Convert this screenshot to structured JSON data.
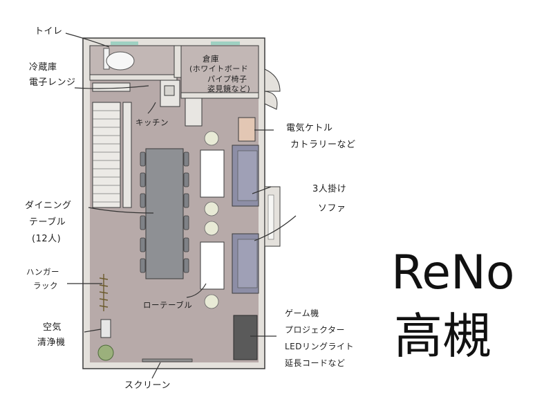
{
  "title": {
    "line1": "ReNo",
    "line2": "高槻"
  },
  "labels": {
    "toilet": "トイレ",
    "fridge_line1": "冷蔵庫",
    "fridge_line2": "電子レンジ",
    "kitchen": "キッチン",
    "storage_line1": "倉庫",
    "storage_line2": "(ホワイトボード",
    "storage_line3": "パイプ椅子",
    "storage_line4": "姿見鏡など)",
    "kettle_line1": "電気ケトル",
    "kettle_line2": "カトラリーなど",
    "dining_line1": "ダイニング",
    "dining_line2": "テーブル",
    "dining_line3": "(12人)",
    "sofa_line1": "3人掛け",
    "sofa_line2": "ソファ",
    "hanger_line1": "ハンガー",
    "hanger_line2": "ラック",
    "air_line1": "空気",
    "air_line2": "清浄機",
    "low_table": "ローテーブル",
    "game_line1": "ゲーム機",
    "game_line2": "プロジェクター",
    "game_line3": "LEDリングライト",
    "game_line4": "延長コードなど",
    "screen": "スクリーン"
  },
  "colors": {
    "floor": "#b7aaa9",
    "wall": "#e4e1dc",
    "outline": "#3a3a3a",
    "dining_table": "#8e9094",
    "sofa": "#8d8ea6",
    "low_table": "#ffffff",
    "stool": "#e8ead6",
    "game_cabinet": "#5a5a5a",
    "kettle_box": "#e3c7b4",
    "plant": "#9bb07c",
    "window": "#9fd1c2"
  }
}
